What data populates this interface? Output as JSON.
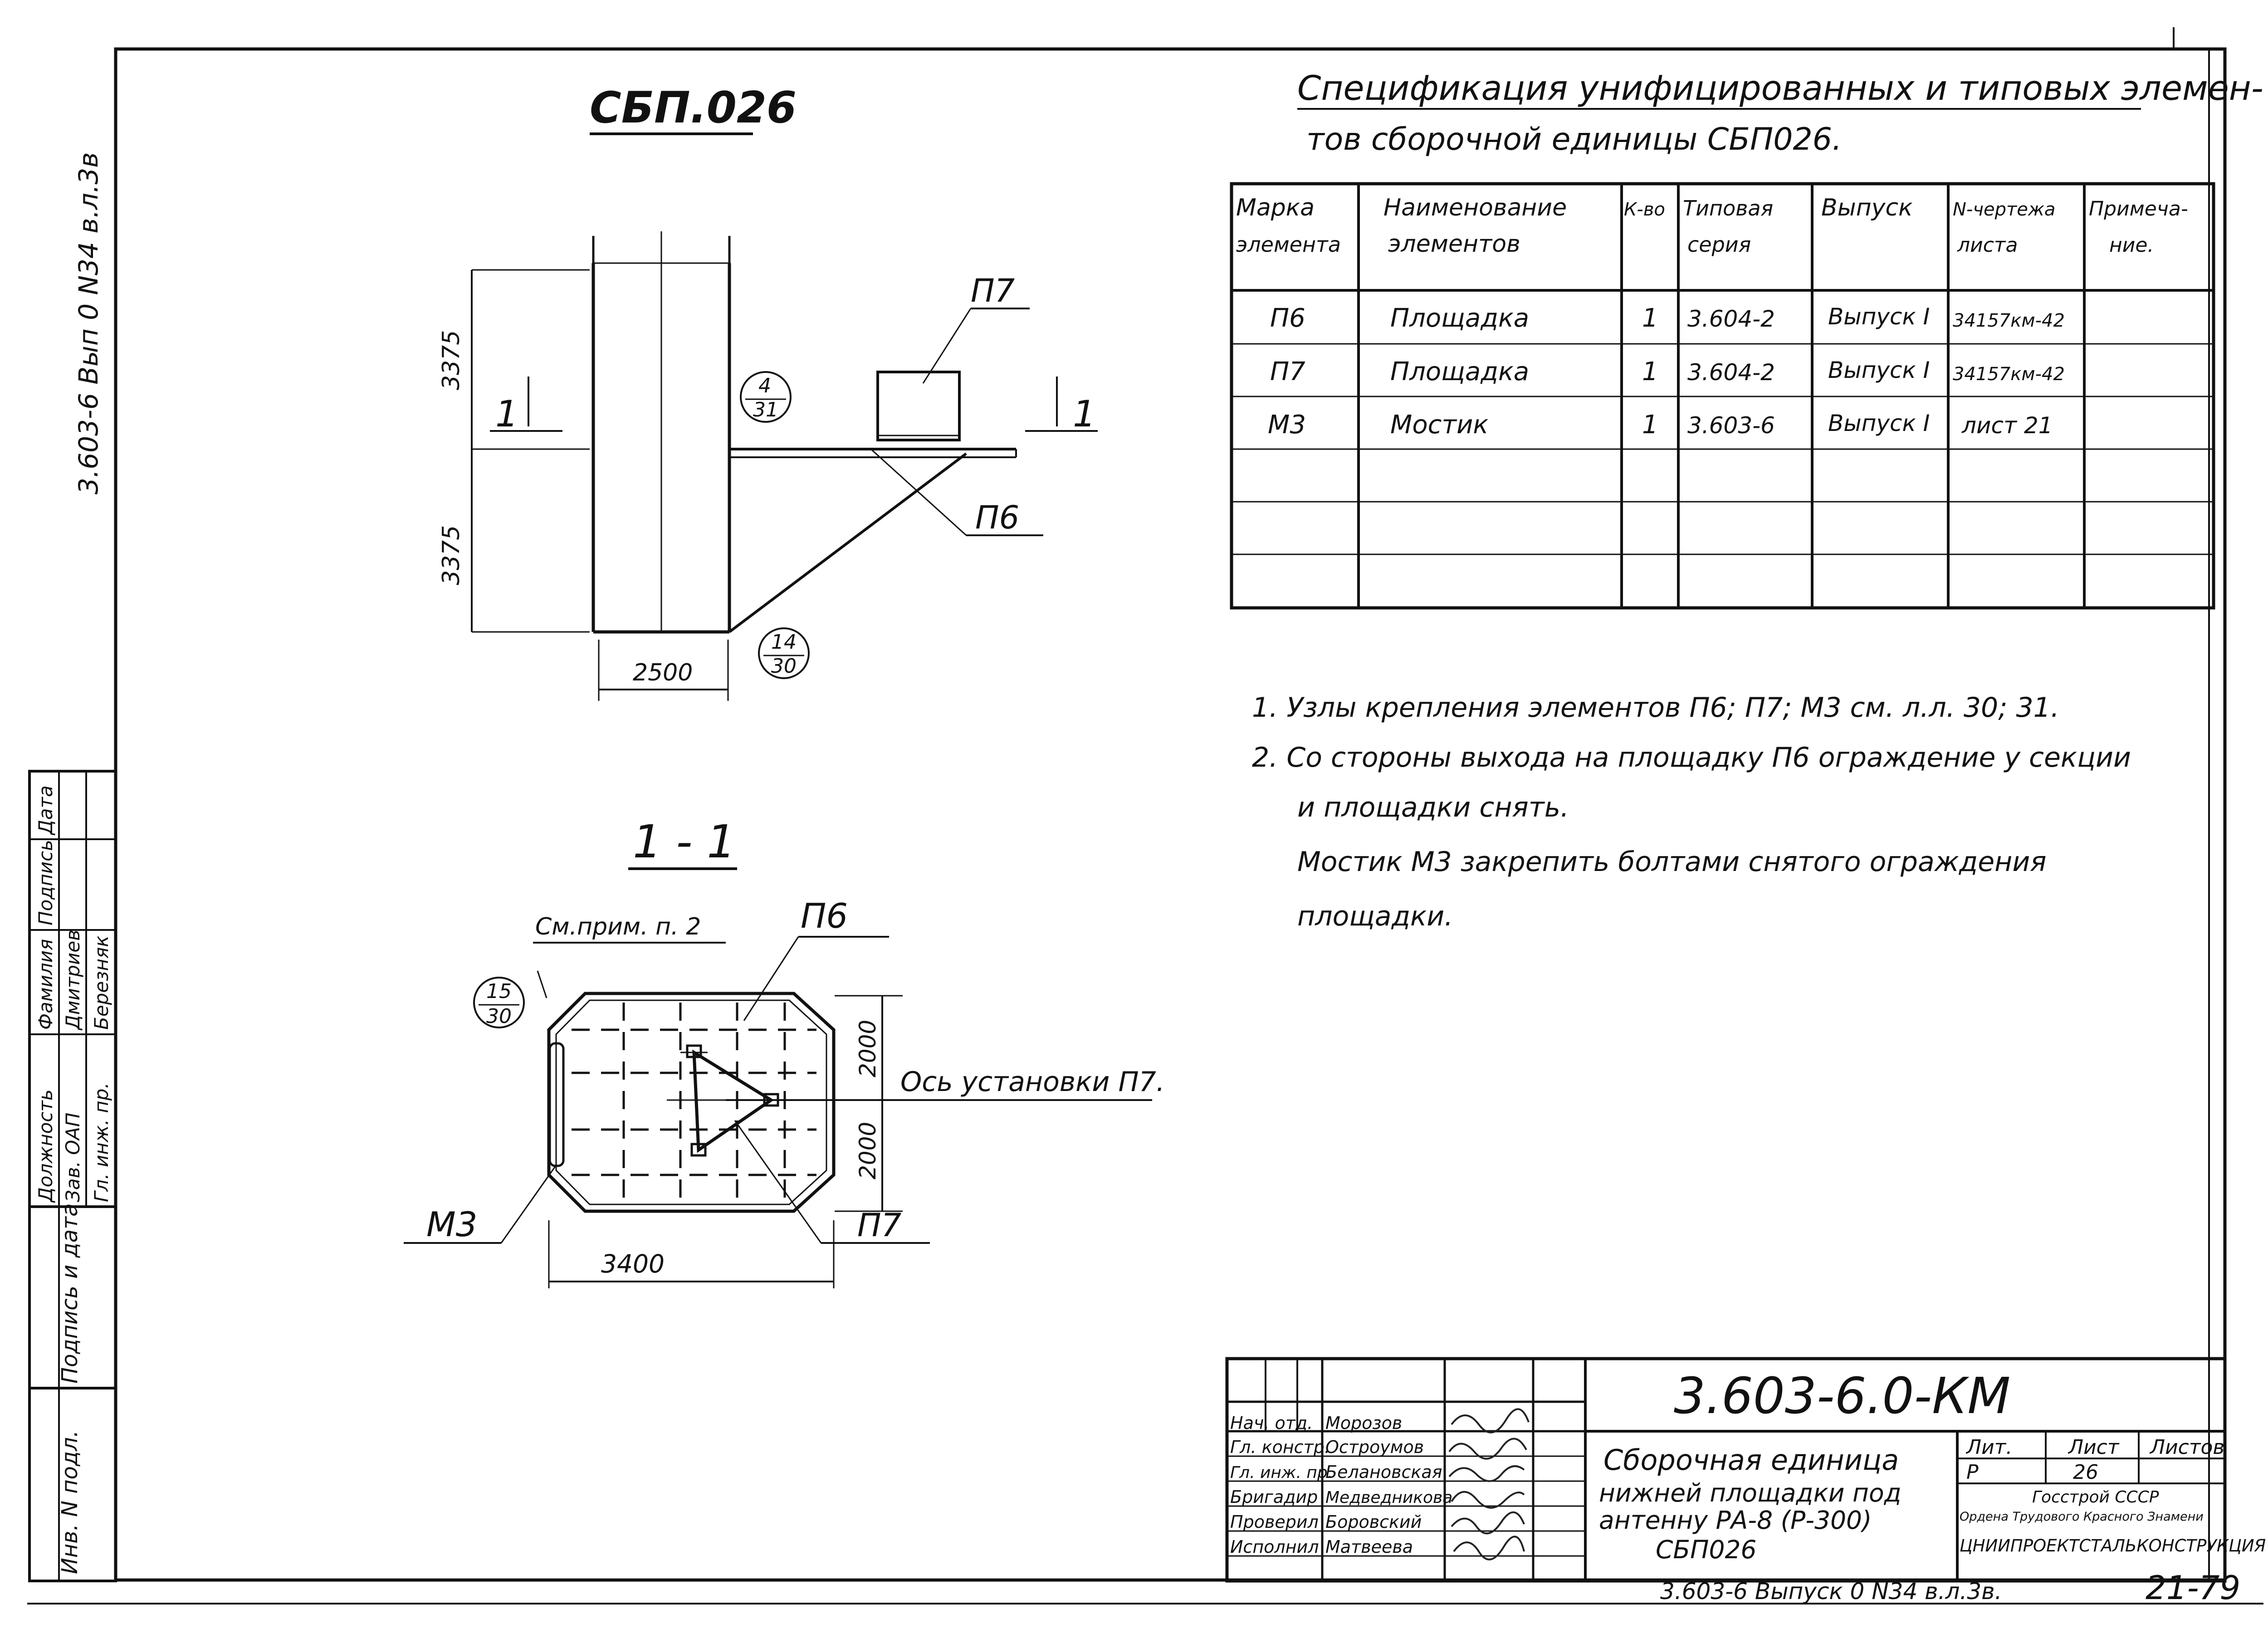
{
  "margin_code": "3.603-6  Вып 0  N34  в.л.3в",
  "main_view": {
    "title": "СБП.026",
    "dim_upper": "3375",
    "dim_lower": "3375",
    "dim_width": "2500",
    "section_mark": "1",
    "label_p7": "П7",
    "label_p6": "П6",
    "node_4_top": "4",
    "node_4_bot": "31",
    "node_14_top": "14",
    "node_14_bot": "30"
  },
  "section_view": {
    "title": "1 - 1",
    "note_ref": "См.прим. п. 2",
    "label_p6": "П6",
    "label_p7": "П7",
    "label_m3": "М3",
    "axis_label": "Ось установки П7.",
    "dim_2000_a": "2000",
    "dim_2000_b": "2000",
    "dim_3400": "3400",
    "node_15_top": "15",
    "node_15_bot": "30"
  },
  "spec": {
    "title_line1": "Спецификация унифицированных и типовых элемен-",
    "title_line2": "тов сборочной единицы СБП026.",
    "headers": [
      [
        "Марка",
        "элемента"
      ],
      [
        "Наименование",
        "элементов"
      ],
      [
        "К-во",
        ""
      ],
      [
        "Типовая",
        "серия"
      ],
      [
        "Выпуск",
        ""
      ],
      [
        "N-чертежа",
        "листа"
      ],
      [
        "Примеча-",
        "ние."
      ]
    ],
    "rows": [
      [
        "П6",
        "Площадка",
        "1",
        "3.604-2",
        "Выпуск I",
        "34157км-42",
        ""
      ],
      [
        "П7",
        "Площадка",
        "1",
        "3.604-2",
        "Выпуск I",
        "34157км-42",
        ""
      ],
      [
        "М3",
        "Мостик",
        "1",
        "3.603-6",
        "Выпуск I",
        "лист 21",
        ""
      ]
    ]
  },
  "notes": [
    "1. Узлы крепления элементов П6; П7; М3 см. л.л. 30; 31.",
    "2. Со стороны выхода на площадку П6 ограждение у секции",
    "и площадки снять.",
    "Мостик М3 закрепить болтами снятого ограждения",
    "площадки."
  ],
  "left_stamp": {
    "headers": [
      "Должность",
      "Фамилия",
      "Подпись",
      "Дата"
    ],
    "rows": [
      [
        "Зав. ОАП",
        "Дмитриев"
      ],
      [
        "Гл. инж. пр.",
        "Березняк"
      ]
    ],
    "sign_date": "Подпись и дата",
    "inv_no": "Инв. N подл."
  },
  "title_block": {
    "doc_code": "3.603-6.0-КМ",
    "staff": [
      [
        "Нач. отд.",
        "Морозов"
      ],
      [
        "Гл. констр.",
        "Остроумов"
      ],
      [
        "Гл. инж. пр.",
        "Белановская"
      ],
      [
        "Бригадир",
        "Медведникова"
      ],
      [
        "Проверил",
        "Боровский"
      ],
      [
        "Исполнил",
        "Матвеева"
      ]
    ],
    "desc_lines": [
      "Сборочная единица",
      "нижней площадки под",
      "антенну РА-8 (Р-300)",
      "СБП026"
    ],
    "lit_label": "Лит.",
    "sheet_label": "Лист",
    "sheets_label": "Листов",
    "lit_value": "Р",
    "sheet_value": "26",
    "org_line1": "Госстрой СССР",
    "org_line2": "Ордена Трудового Красного Знамени",
    "org_line3": "ЦНИИПРОЕКТСТАЛЬКОНСТРУКЦИЯ"
  },
  "bottom_line": "3.603-6   Выпуск 0   N34   в.л.3в.",
  "bottom_number": "21-79"
}
